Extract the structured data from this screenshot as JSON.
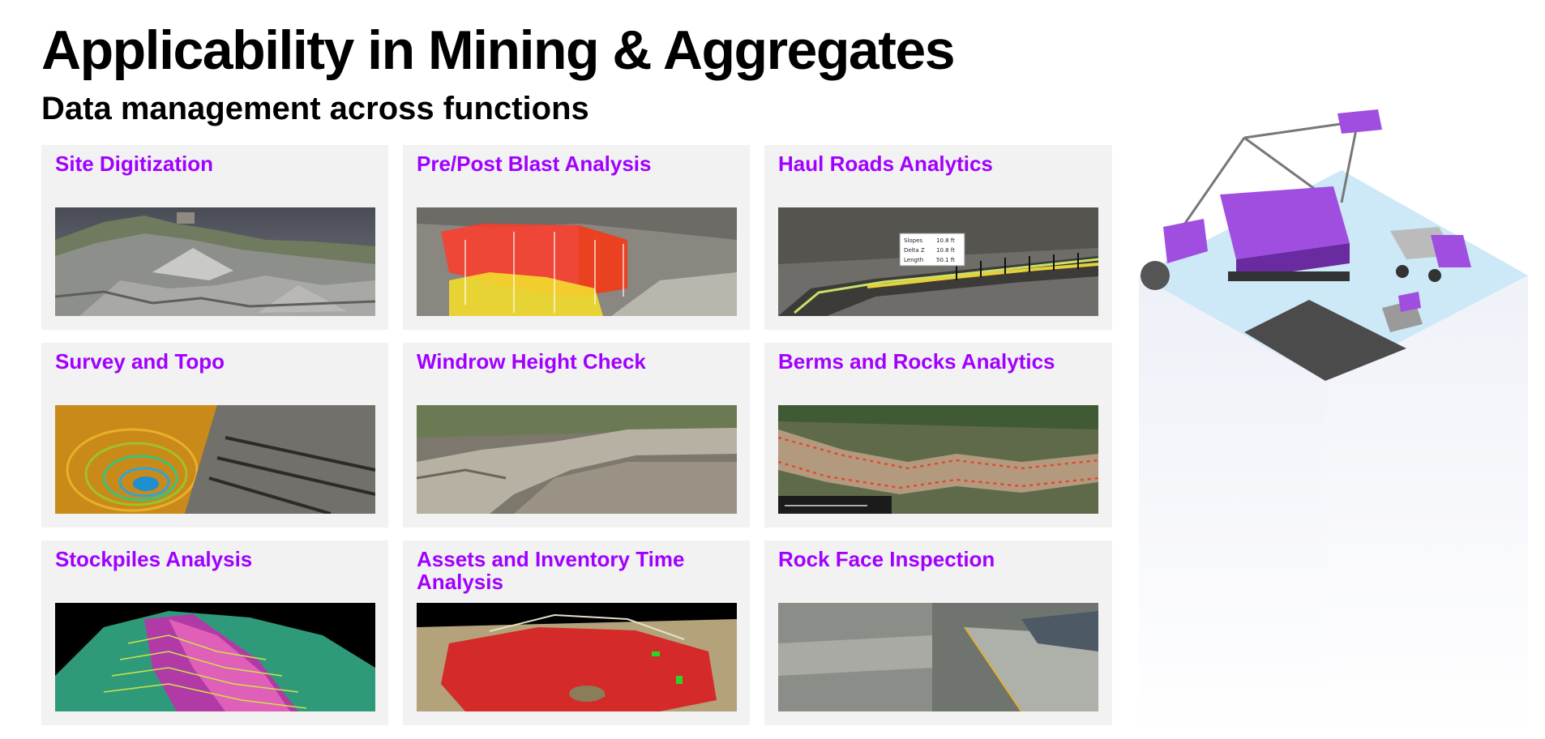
{
  "page": {
    "title": "Applicability in Mining & Aggregates",
    "subtitle": "Data management across functions"
  },
  "colors": {
    "accent": "#a100ff",
    "card_bg": "#f2f2f2"
  },
  "cards": [
    {
      "label": "Site Digitization"
    },
    {
      "label": "Pre/Post Blast Analysis"
    },
    {
      "label": "Haul Roads Analytics",
      "popup": [
        "Slopes",
        "10.8 ft",
        "Delta Z",
        "10.8 ft",
        "Length",
        "50.1 ft"
      ]
    },
    {
      "label": "Survey and Topo"
    },
    {
      "label": "Windrow Height Check"
    },
    {
      "label": "Berms and Rocks Analytics"
    },
    {
      "label": "Stockpiles Analysis"
    },
    {
      "label": "Assets and Inventory Time Analysis"
    },
    {
      "label": "Rock Face Inspection"
    }
  ]
}
